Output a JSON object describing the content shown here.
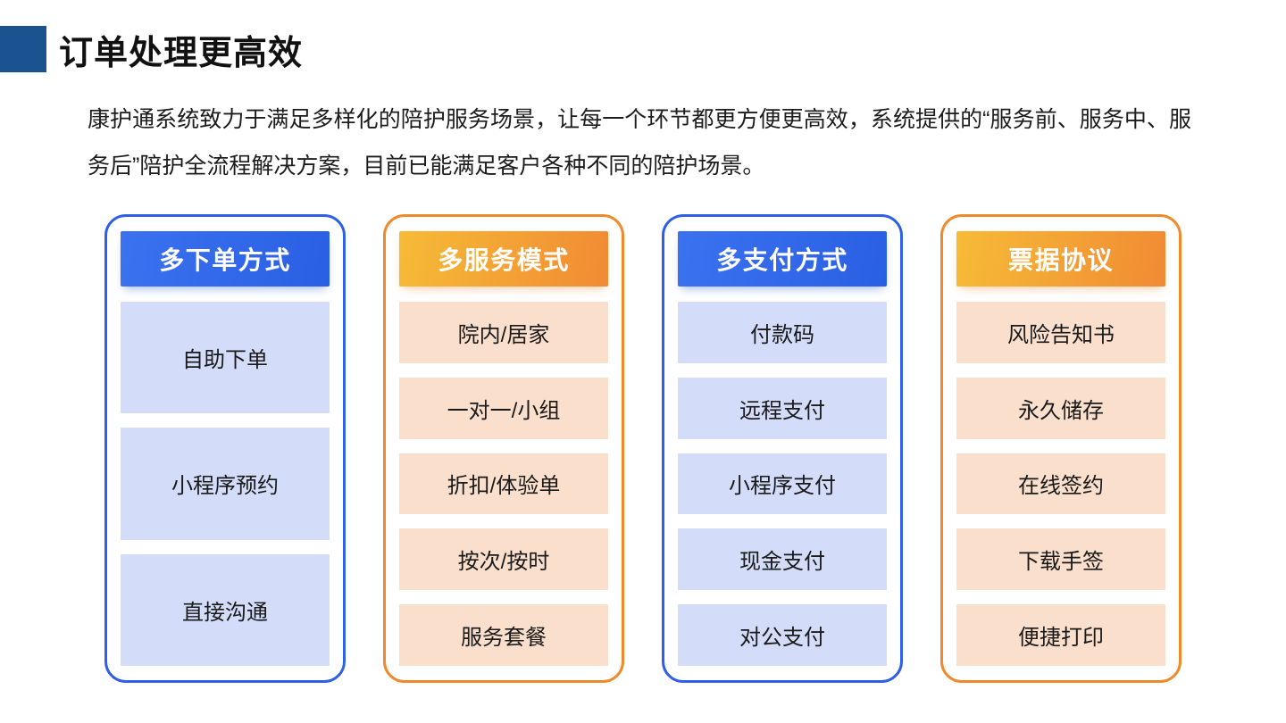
{
  "slide": {
    "title": "订单处理更高效",
    "accent_color": "#1b5390",
    "body_text": "康护通系统致力于满足多样化的陪护服务场景，让每一个环节都更方便更高效，系统提供的“服务前、服务中、服务后”陪护全流程解决方案，目前已能满足客户各种不同的陪护场景。"
  },
  "cards": [
    {
      "header": "多下单方式",
      "theme": "blue",
      "border_color": "#2f5fe8",
      "header_gradient_from": "#3b72ef",
      "header_gradient_to": "#2a5fe4",
      "item_bg": "#d3dcf8",
      "items": [
        "自助下单",
        "小程序预约",
        "直接沟通"
      ]
    },
    {
      "header": "多服务模式",
      "theme": "orange",
      "border_color": "#ef8a2a",
      "header_gradient_from": "#f6bb36",
      "header_gradient_to": "#f18a34",
      "item_bg": "#fadfcc",
      "items": [
        "院内/居家",
        "一对一/小组",
        "折扣/体验单",
        "按次/按时",
        "服务套餐"
      ]
    },
    {
      "header": "多支付方式",
      "theme": "blue",
      "border_color": "#2f5fe8",
      "header_gradient_from": "#3b72ef",
      "header_gradient_to": "#2a5fe4",
      "item_bg": "#d3dcf8",
      "items": [
        "付款码",
        "远程支付",
        "小程序支付",
        "现金支付",
        "对公支付"
      ]
    },
    {
      "header": "票据协议",
      "theme": "orange",
      "border_color": "#ef8a2a",
      "header_gradient_from": "#f6bb36",
      "header_gradient_to": "#f18a34",
      "item_bg": "#fadfcc",
      "items": [
        "风险告知书",
        "永久储存",
        "在线签约",
        "下载手签",
        "便捷打印"
      ]
    }
  ]
}
